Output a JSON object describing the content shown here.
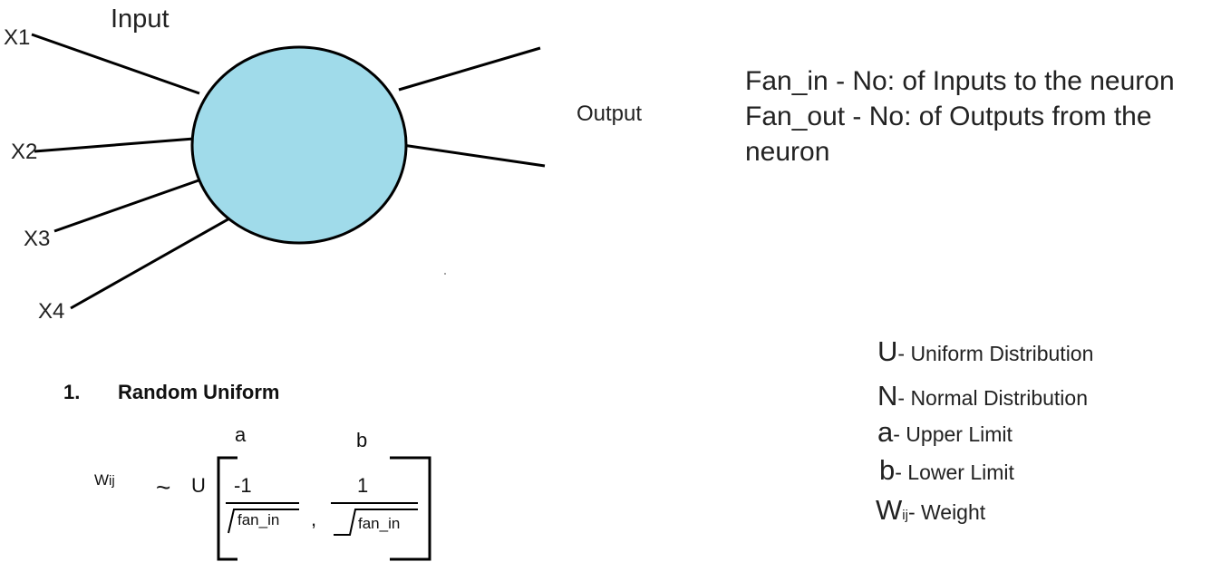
{
  "neuron": {
    "input_label": "Input",
    "output_label": "Output",
    "inputs": [
      "X1",
      "X2",
      "X3",
      "X4"
    ],
    "fill_color": "#a0dbea"
  },
  "definitions": {
    "fan_in": "Fan_in - No: of Inputs to the neuron",
    "fan_out_line1": "Fan_out - No: of Outputs from the",
    "fan_out_line2": "neuron"
  },
  "section": {
    "number": "1.",
    "title": "Random Uniform"
  },
  "formula": {
    "lhs": "W",
    "lhs_sub": "ij",
    "tilde": "~",
    "dist": "U",
    "a_label": "a",
    "b_label": "b",
    "num_left": "-1",
    "num_right": "1",
    "den_left": "fan_in",
    "den_right": "fan_in",
    "comma": ","
  },
  "legend": [
    {
      "symbol": "U",
      "sub": "",
      "text": "- Uniform Distribution"
    },
    {
      "symbol": "N",
      "sub": "",
      "text": "- Normal Distribution"
    },
    {
      "symbol": "a",
      "sub": "",
      "text": "- Upper Limit"
    },
    {
      "symbol": "b",
      "sub": "",
      "text": "- Lower Limit"
    },
    {
      "symbol": "W",
      "sub": "ij",
      "text": "- Weight"
    }
  ]
}
